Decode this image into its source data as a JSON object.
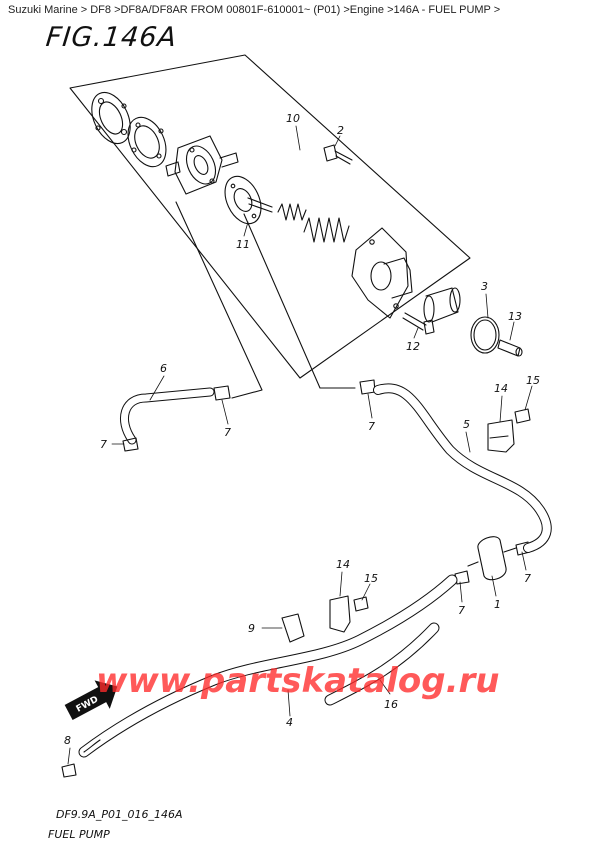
{
  "breadcrumb": "Suzuki Marine > DF8 >DF8A/DF8AR FROM 00801F-610001~ (P01) >Engine >146A - FUEL PUMP >",
  "figure_title": "FIG.146A",
  "part_labels": [
    "1",
    "2",
    "3",
    "4",
    "5",
    "6",
    "7",
    "7",
    "7",
    "7",
    "7",
    "8",
    "9",
    "10",
    "11",
    "12",
    "13",
    "14",
    "14",
    "15",
    "15",
    "16"
  ],
  "watermark": "www.partskatalog.ru",
  "fwd_label": "FWD",
  "drawing_code": "DF9.9A_P01_016_146A",
  "caption": "FUEL PUMP"
}
